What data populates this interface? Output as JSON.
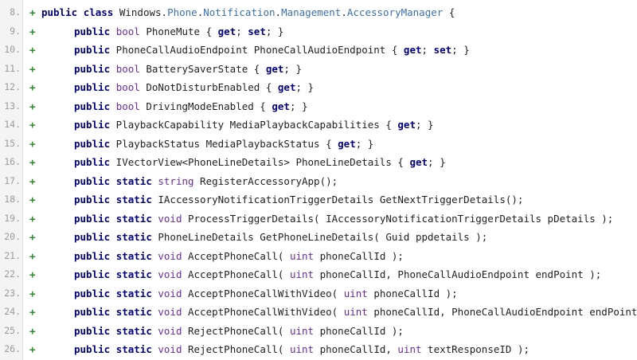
{
  "diff": {
    "lines": [
      {
        "num": "8.",
        "marker": "+",
        "indent": false,
        "tokens": [
          {
            "t": "kw",
            "v": "public"
          },
          {
            "t": "pl",
            "v": " "
          },
          {
            "t": "kw",
            "v": "class"
          },
          {
            "t": "pl",
            "v": " Windows."
          },
          {
            "t": "ns",
            "v": "Phone"
          },
          {
            "t": "pl",
            "v": "."
          },
          {
            "t": "ns",
            "v": "Notification"
          },
          {
            "t": "pl",
            "v": "."
          },
          {
            "t": "ns",
            "v": "Management"
          },
          {
            "t": "pl",
            "v": "."
          },
          {
            "t": "ns",
            "v": "AccessoryManager"
          },
          {
            "t": "pl",
            "v": " {"
          }
        ]
      },
      {
        "num": "9.",
        "marker": "+",
        "indent": true,
        "tokens": [
          {
            "t": "kw",
            "v": "public"
          },
          {
            "t": "pl",
            "v": " "
          },
          {
            "t": "ty",
            "v": "bool"
          },
          {
            "t": "pl",
            "v": " PhoneMute { "
          },
          {
            "t": "kw",
            "v": "get"
          },
          {
            "t": "pl",
            "v": "; "
          },
          {
            "t": "kw",
            "v": "set"
          },
          {
            "t": "pl",
            "v": "; }"
          }
        ]
      },
      {
        "num": "10.",
        "marker": "+",
        "indent": true,
        "tokens": [
          {
            "t": "kw",
            "v": "public"
          },
          {
            "t": "pl",
            "v": " PhoneCallAudioEndpoint PhoneCallAudioEndpoint { "
          },
          {
            "t": "kw",
            "v": "get"
          },
          {
            "t": "pl",
            "v": "; "
          },
          {
            "t": "kw",
            "v": "set"
          },
          {
            "t": "pl",
            "v": "; }"
          }
        ]
      },
      {
        "num": "11.",
        "marker": "+",
        "indent": true,
        "tokens": [
          {
            "t": "kw",
            "v": "public"
          },
          {
            "t": "pl",
            "v": " "
          },
          {
            "t": "ty",
            "v": "bool"
          },
          {
            "t": "pl",
            "v": " BatterySaverState { "
          },
          {
            "t": "kw",
            "v": "get"
          },
          {
            "t": "pl",
            "v": "; }"
          }
        ]
      },
      {
        "num": "12.",
        "marker": "+",
        "indent": true,
        "tokens": [
          {
            "t": "kw",
            "v": "public"
          },
          {
            "t": "pl",
            "v": " "
          },
          {
            "t": "ty",
            "v": "bool"
          },
          {
            "t": "pl",
            "v": " DoNotDisturbEnabled { "
          },
          {
            "t": "kw",
            "v": "get"
          },
          {
            "t": "pl",
            "v": "; }"
          }
        ]
      },
      {
        "num": "13.",
        "marker": "+",
        "indent": true,
        "tokens": [
          {
            "t": "kw",
            "v": "public"
          },
          {
            "t": "pl",
            "v": " "
          },
          {
            "t": "ty",
            "v": "bool"
          },
          {
            "t": "pl",
            "v": " DrivingModeEnabled { "
          },
          {
            "t": "kw",
            "v": "get"
          },
          {
            "t": "pl",
            "v": "; }"
          }
        ]
      },
      {
        "num": "14.",
        "marker": "+",
        "indent": true,
        "tokens": [
          {
            "t": "kw",
            "v": "public"
          },
          {
            "t": "pl",
            "v": " PlaybackCapability MediaPlaybackCapabilities { "
          },
          {
            "t": "kw",
            "v": "get"
          },
          {
            "t": "pl",
            "v": "; }"
          }
        ]
      },
      {
        "num": "15.",
        "marker": "+",
        "indent": true,
        "tokens": [
          {
            "t": "kw",
            "v": "public"
          },
          {
            "t": "pl",
            "v": " PlaybackStatus MediaPlaybackStatus { "
          },
          {
            "t": "kw",
            "v": "get"
          },
          {
            "t": "pl",
            "v": "; }"
          }
        ]
      },
      {
        "num": "16.",
        "marker": "+",
        "indent": true,
        "tokens": [
          {
            "t": "kw",
            "v": "public"
          },
          {
            "t": "pl",
            "v": " IVectorView<PhoneLineDetails> PhoneLineDetails { "
          },
          {
            "t": "kw",
            "v": "get"
          },
          {
            "t": "pl",
            "v": "; }"
          }
        ]
      },
      {
        "num": "17.",
        "marker": "+",
        "indent": true,
        "tokens": [
          {
            "t": "kw",
            "v": "public"
          },
          {
            "t": "pl",
            "v": " "
          },
          {
            "t": "kw",
            "v": "static"
          },
          {
            "t": "pl",
            "v": " "
          },
          {
            "t": "ty",
            "v": "string"
          },
          {
            "t": "pl",
            "v": " RegisterAccessoryApp();"
          }
        ]
      },
      {
        "num": "18.",
        "marker": "+",
        "indent": true,
        "tokens": [
          {
            "t": "kw",
            "v": "public"
          },
          {
            "t": "pl",
            "v": " "
          },
          {
            "t": "kw",
            "v": "static"
          },
          {
            "t": "pl",
            "v": " IAccessoryNotificationTriggerDetails GetNextTriggerDetails();"
          }
        ]
      },
      {
        "num": "19.",
        "marker": "+",
        "indent": true,
        "tokens": [
          {
            "t": "kw",
            "v": "public"
          },
          {
            "t": "pl",
            "v": " "
          },
          {
            "t": "kw",
            "v": "static"
          },
          {
            "t": "pl",
            "v": " "
          },
          {
            "t": "ty",
            "v": "void"
          },
          {
            "t": "pl",
            "v": " ProcessTriggerDetails( IAccessoryNotificationTriggerDetails pDetails );"
          }
        ]
      },
      {
        "num": "20.",
        "marker": "+",
        "indent": true,
        "tokens": [
          {
            "t": "kw",
            "v": "public"
          },
          {
            "t": "pl",
            "v": " "
          },
          {
            "t": "kw",
            "v": "static"
          },
          {
            "t": "pl",
            "v": " PhoneLineDetails GetPhoneLineDetails( Guid ppdetails );"
          }
        ]
      },
      {
        "num": "21.",
        "marker": "+",
        "indent": true,
        "tokens": [
          {
            "t": "kw",
            "v": "public"
          },
          {
            "t": "pl",
            "v": " "
          },
          {
            "t": "kw",
            "v": "static"
          },
          {
            "t": "pl",
            "v": " "
          },
          {
            "t": "ty",
            "v": "void"
          },
          {
            "t": "pl",
            "v": " AcceptPhoneCall( "
          },
          {
            "t": "ty",
            "v": "uint"
          },
          {
            "t": "pl",
            "v": " phoneCallId );"
          }
        ]
      },
      {
        "num": "22.",
        "marker": "+",
        "indent": true,
        "tokens": [
          {
            "t": "kw",
            "v": "public"
          },
          {
            "t": "pl",
            "v": " "
          },
          {
            "t": "kw",
            "v": "static"
          },
          {
            "t": "pl",
            "v": " "
          },
          {
            "t": "ty",
            "v": "void"
          },
          {
            "t": "pl",
            "v": " AcceptPhoneCall( "
          },
          {
            "t": "ty",
            "v": "uint"
          },
          {
            "t": "pl",
            "v": " phoneCallId, PhoneCallAudioEndpoint endPoint );"
          }
        ]
      },
      {
        "num": "23.",
        "marker": "+",
        "indent": true,
        "tokens": [
          {
            "t": "kw",
            "v": "public"
          },
          {
            "t": "pl",
            "v": " "
          },
          {
            "t": "kw",
            "v": "static"
          },
          {
            "t": "pl",
            "v": " "
          },
          {
            "t": "ty",
            "v": "void"
          },
          {
            "t": "pl",
            "v": " AcceptPhoneCallWithVideo( "
          },
          {
            "t": "ty",
            "v": "uint"
          },
          {
            "t": "pl",
            "v": " phoneCallId );"
          }
        ]
      },
      {
        "num": "24.",
        "marker": "+",
        "indent": true,
        "tokens": [
          {
            "t": "kw",
            "v": "public"
          },
          {
            "t": "pl",
            "v": " "
          },
          {
            "t": "kw",
            "v": "static"
          },
          {
            "t": "pl",
            "v": " "
          },
          {
            "t": "ty",
            "v": "void"
          },
          {
            "t": "pl",
            "v": " AcceptPhoneCallWithVideo( "
          },
          {
            "t": "ty",
            "v": "uint"
          },
          {
            "t": "pl",
            "v": " phoneCallId, PhoneCallAudioEndpoint endPoint"
          }
        ]
      },
      {
        "num": "25.",
        "marker": "+",
        "indent": true,
        "tokens": [
          {
            "t": "kw",
            "v": "public"
          },
          {
            "t": "pl",
            "v": " "
          },
          {
            "t": "kw",
            "v": "static"
          },
          {
            "t": "pl",
            "v": " "
          },
          {
            "t": "ty",
            "v": "void"
          },
          {
            "t": "pl",
            "v": " RejectPhoneCall( "
          },
          {
            "t": "ty",
            "v": "uint"
          },
          {
            "t": "pl",
            "v": " phoneCallId );"
          }
        ]
      },
      {
        "num": "26.",
        "marker": "+",
        "indent": true,
        "tokens": [
          {
            "t": "kw",
            "v": "public"
          },
          {
            "t": "pl",
            "v": " "
          },
          {
            "t": "kw",
            "v": "static"
          },
          {
            "t": "pl",
            "v": " "
          },
          {
            "t": "ty",
            "v": "void"
          },
          {
            "t": "pl",
            "v": " RejectPhoneCall( "
          },
          {
            "t": "ty",
            "v": "uint"
          },
          {
            "t": "pl",
            "v": " phoneCallId, "
          },
          {
            "t": "ty",
            "v": "uint"
          },
          {
            "t": "pl",
            "v": " textResponseID );"
          }
        ]
      }
    ]
  },
  "colors": {
    "keyword": "#000080",
    "type": "#6a2ca0",
    "namespace": "#3a6fb0",
    "added_marker": "#2e8b2e",
    "line_number": "#9a9a9a"
  }
}
